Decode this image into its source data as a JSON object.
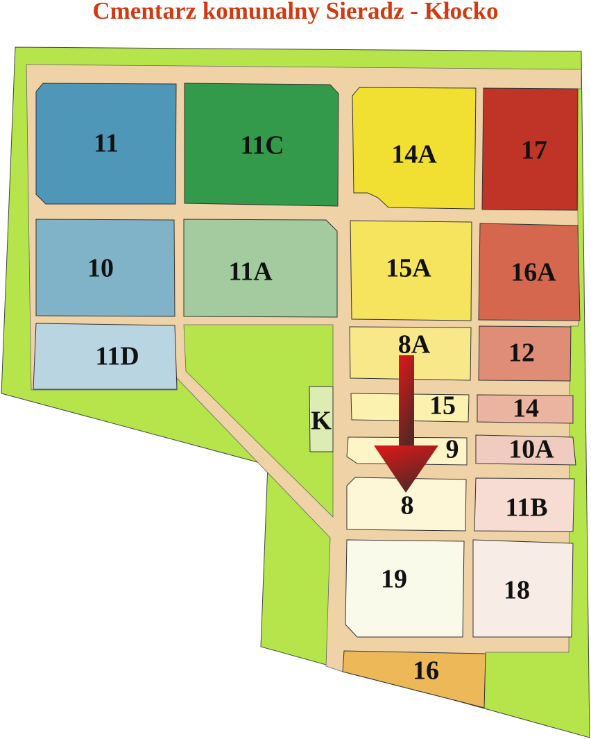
{
  "title": "Cmentarz komunalny Sieradz - Kłocko",
  "colors": {
    "title": "#d03a12",
    "grass": "#b5e44b",
    "road": "#efd2a6",
    "arrow_top": "#e01818",
    "arrow_bottom": "#5a2626"
  },
  "plots": [
    {
      "label": "11",
      "color": "#4f97b8"
    },
    {
      "label": "11C",
      "color": "#339a4b"
    },
    {
      "label": "14A",
      "color": "#f1e031"
    },
    {
      "label": "17",
      "color": "#c03427"
    },
    {
      "label": "10",
      "color": "#80b2c8"
    },
    {
      "label": "11A",
      "color": "#a3cb9f"
    },
    {
      "label": "15A",
      "color": "#f6e35e"
    },
    {
      "label": "16A",
      "color": "#d4674e"
    },
    {
      "label": "11D",
      "color": "#b8d5e1"
    },
    {
      "label": "8A",
      "color": "#f9e88a"
    },
    {
      "label": "12",
      "color": "#df8d77"
    },
    {
      "label": "15",
      "color": "#fbf2b0"
    },
    {
      "label": "14",
      "color": "#ebb4a1"
    },
    {
      "label": "K",
      "color": "#dbedb2"
    },
    {
      "label": "9",
      "color": "#fdf5c8"
    },
    {
      "label": "10A",
      "color": "#f0cbbf"
    },
    {
      "label": "8",
      "color": "#fdf7d8"
    },
    {
      "label": "11B",
      "color": "#f7dcd3"
    },
    {
      "label": "19",
      "color": "#fafaeb"
    },
    {
      "label": "18",
      "color": "#f8ece6"
    },
    {
      "label": "16",
      "color": "#ecb858"
    }
  ],
  "marker": {
    "icon": "down-arrow-icon",
    "target_plot": "8"
  }
}
